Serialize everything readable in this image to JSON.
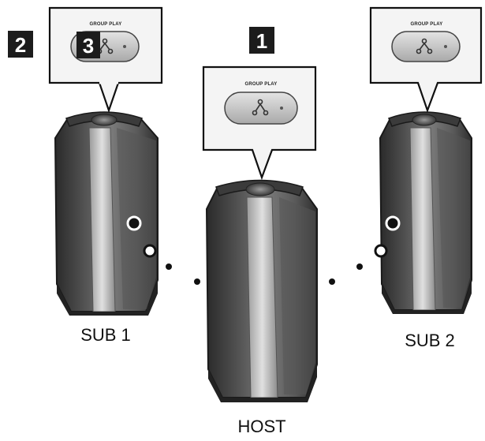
{
  "bubbles": {
    "sub1": {
      "text": "GROUP PLAY"
    },
    "host": {
      "text": "GROUP PLAY"
    },
    "sub2": {
      "text": "GROUP PLAY"
    }
  },
  "steps": {
    "one": "1",
    "two": "2",
    "three": "3"
  },
  "speakers": {
    "sub1": "SUB 1",
    "host": "HOST",
    "sub2": "SUB 2"
  },
  "colors": {
    "speaker_dark": "#2e2e2e",
    "speaker_mid": "#6e6e6e",
    "speaker_light": "#b7b7b7",
    "bubble_fill": "#f2f2f2",
    "button_fill": "#c9c9c9",
    "step_badge": "#1c1c1c"
  }
}
